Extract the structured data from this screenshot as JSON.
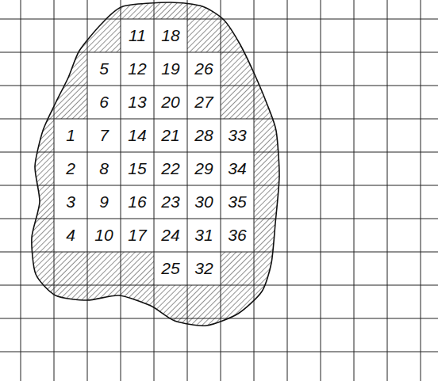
{
  "diagram": {
    "labels": [
      "1",
      "2",
      "3",
      "4",
      "5",
      "6",
      "7",
      "8",
      "9",
      "10",
      "11",
      "12",
      "13",
      "14",
      "15",
      "16",
      "17",
      "18",
      "19",
      "20",
      "21",
      "22",
      "23",
      "24",
      "25",
      "26",
      "27",
      "28",
      "29",
      "30",
      "31",
      "32",
      "33",
      "34",
      "35",
      "36"
    ]
  }
}
